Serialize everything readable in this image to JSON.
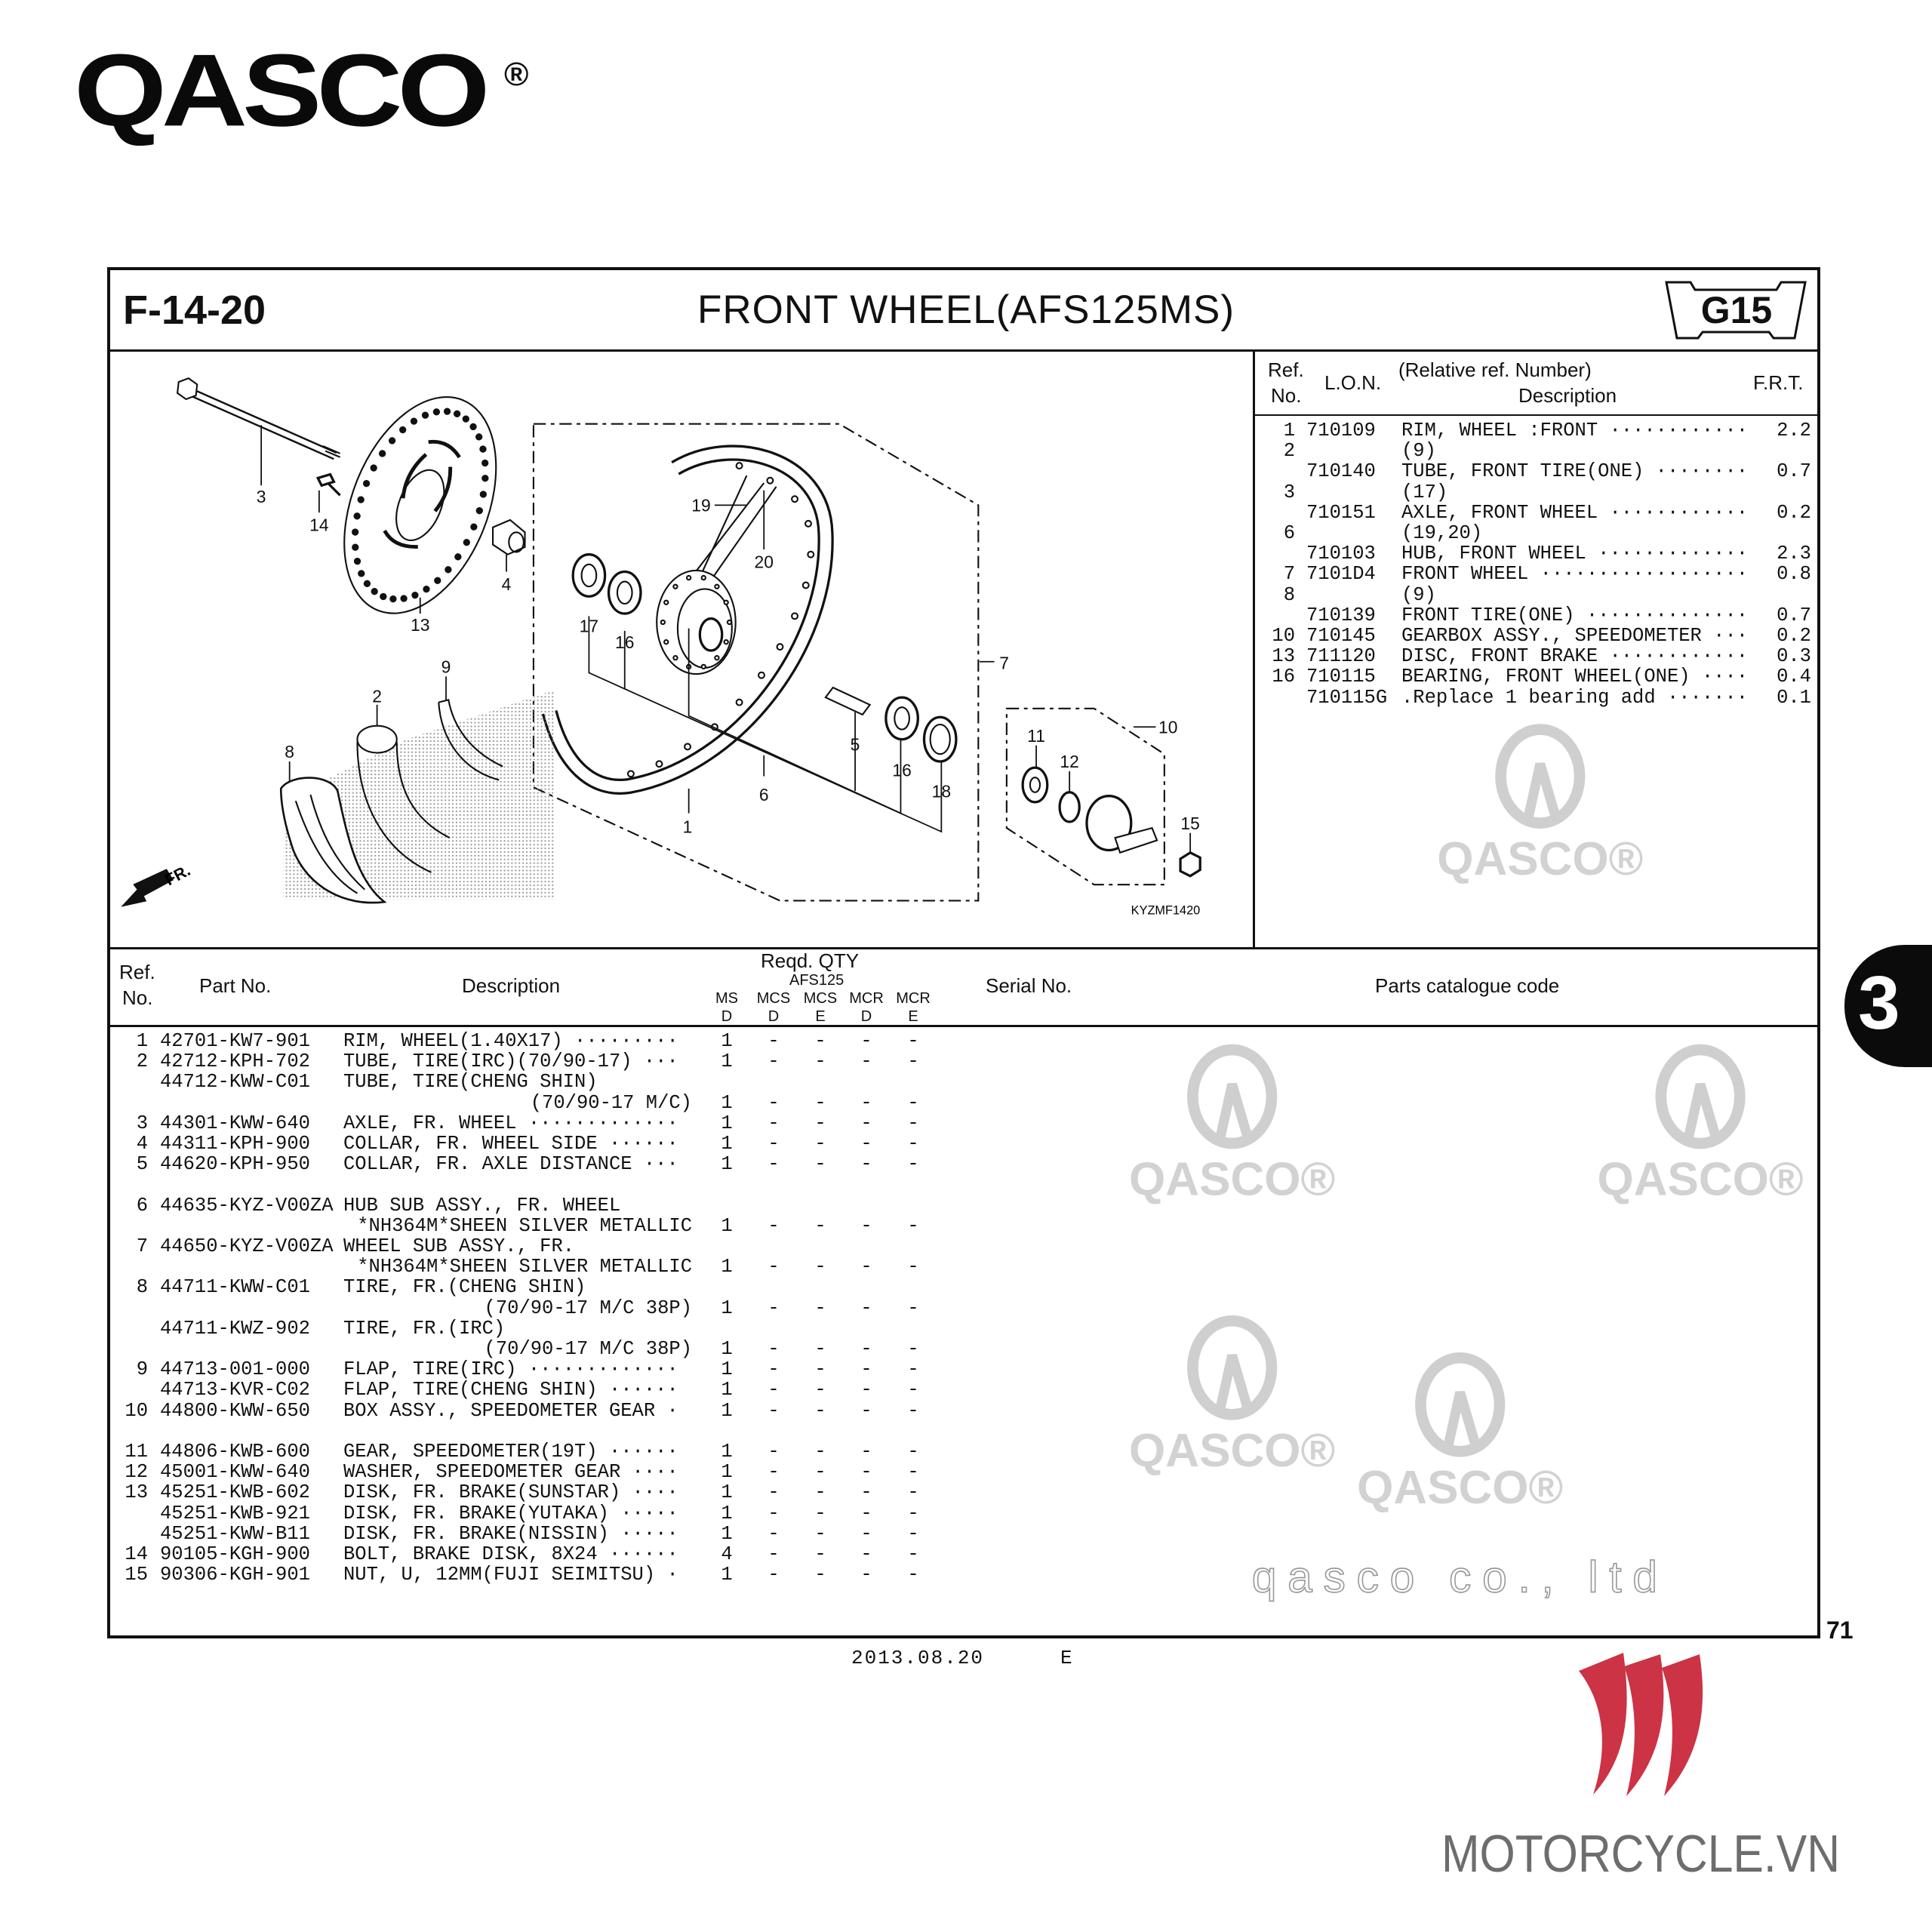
{
  "logo": {
    "text": "QASCO",
    "registered": "®"
  },
  "header": {
    "code": "F-14-20",
    "title": "FRONT  WHEEL(AFS125MS)",
    "group": "G15"
  },
  "diagram": {
    "callouts": [
      "3",
      "14",
      "13",
      "4",
      "17",
      "16",
      "19",
      "20",
      "7",
      "9",
      "2",
      "8",
      "5",
      "16",
      "18",
      "6",
      "1",
      "10",
      "11",
      "12",
      "15"
    ],
    "drawing_code": "KYZMF1420",
    "direction": "FR."
  },
  "frt_table": {
    "headers": {
      "ref1": "Ref.",
      "ref2": "No.",
      "lon": "L.O.N.",
      "relative": "(Relative ref. Number)",
      "description": "Description",
      "frt": "F.R.T."
    },
    "rows": [
      {
        "ref": "1",
        "lon": "710109",
        "desc": "RIM, WHEEL :FRONT ·············",
        "frt": "2.2"
      },
      {
        "ref": "2",
        "lon": "",
        "desc": "(9)",
        "frt": ""
      },
      {
        "ref": "",
        "lon": "710140",
        "desc": "TUBE, FRONT TIRE(ONE) ·········",
        "frt": "0.7"
      },
      {
        "ref": "3",
        "lon": "",
        "desc": "(17)",
        "frt": ""
      },
      {
        "ref": "",
        "lon": "710151",
        "desc": "AXLE, FRONT WHEEL ·············",
        "frt": "0.2"
      },
      {
        "ref": "6",
        "lon": "",
        "desc": "(19,20)",
        "frt": ""
      },
      {
        "ref": "",
        "lon": "710103",
        "desc": "HUB, FRONT WHEEL ··············",
        "frt": "2.3"
      },
      {
        "ref": "7",
        "lon": "7101D4",
        "desc": "FRONT WHEEL ···················",
        "frt": "0.8"
      },
      {
        "ref": "8",
        "lon": "",
        "desc": "(9)",
        "frt": ""
      },
      {
        "ref": "",
        "lon": "710139",
        "desc": "FRONT TIRE(ONE) ···············",
        "frt": "0.7"
      },
      {
        "ref": "10",
        "lon": "710145",
        "desc": "GEARBOX ASSY., SPEEDOMETER ···",
        "frt": "0.2"
      },
      {
        "ref": "13",
        "lon": "711120",
        "desc": "DISC, FRONT BRAKE ·············",
        "frt": "0.3"
      },
      {
        "ref": "16",
        "lon": "710115",
        "desc": "BEARING, FRONT WHEEL(ONE) ····",
        "frt": "0.4"
      },
      {
        "ref": "",
        "lon": "710115G",
        "desc": ".Replace 1 bearing add ·······",
        "frt": "0.1"
      }
    ]
  },
  "parts_table": {
    "headers": {
      "ref1": "Ref.",
      "ref2": "No.",
      "part_no": "Part  No.",
      "description": "Description",
      "reqd_qty": "Reqd. QTY",
      "model": "AFS125",
      "variants": [
        [
          "MS",
          "D"
        ],
        [
          "MCS",
          "D"
        ],
        [
          "MCS",
          "E"
        ],
        [
          "MCR",
          "D"
        ],
        [
          "MCR",
          "E"
        ]
      ],
      "serial": "Serial  No.",
      "catalogue": "Parts  catalogue  code"
    },
    "rows": [
      {
        "ref": "1",
        "part_no": "42701-KW7-901",
        "desc": "RIM, WHEEL(1.40X17) ·········",
        "qty": [
          "1",
          "-",
          "-",
          "-",
          "-"
        ]
      },
      {
        "ref": "2",
        "part_no": "42712-KPH-702",
        "desc": "TUBE, TIRE(IRC)(70/90-17) ···",
        "qty": [
          "1",
          "-",
          "-",
          "-",
          "-"
        ]
      },
      {
        "ref": "",
        "part_no": "44712-KWW-C01",
        "desc": "TUBE, TIRE(CHENG SHIN)",
        "cont": "(70/90-17 M/C)",
        "qty": [
          "1",
          "-",
          "-",
          "-",
          "-"
        ]
      },
      {
        "ref": "3",
        "part_no": "44301-KWW-640",
        "desc": "AXLE, FR. WHEEL ·············",
        "qty": [
          "1",
          "-",
          "-",
          "-",
          "-"
        ]
      },
      {
        "ref": "4",
        "part_no": "44311-KPH-900",
        "desc": "COLLAR, FR. WHEEL SIDE ······",
        "qty": [
          "1",
          "-",
          "-",
          "-",
          "-"
        ]
      },
      {
        "ref": "5",
        "part_no": "44620-KPH-950",
        "desc": "COLLAR, FR. AXLE DISTANCE ···",
        "qty": [
          "1",
          "-",
          "-",
          "-",
          "-"
        ]
      },
      {
        "ref": "6",
        "part_no": "44635-KYZ-V00ZA",
        "desc": "HUB SUB ASSY., FR. WHEEL",
        "cont": "*NH364M*SHEEN SILVER METALLIC",
        "qty": [
          "1",
          "-",
          "-",
          "-",
          "-"
        ],
        "gap_before": true
      },
      {
        "ref": "7",
        "part_no": "44650-KYZ-V00ZA",
        "desc": "WHEEL SUB ASSY., FR.",
        "cont": "*NH364M*SHEEN SILVER METALLIC",
        "qty": [
          "1",
          "-",
          "-",
          "-",
          "-"
        ]
      },
      {
        "ref": "8",
        "part_no": "44711-KWW-C01",
        "desc": "TIRE, FR.(CHENG SHIN)",
        "cont": "(70/90-17 M/C 38P)",
        "qty": [
          "1",
          "-",
          "-",
          "-",
          "-"
        ]
      },
      {
        "ref": "",
        "part_no": "44711-KWZ-902",
        "desc": "TIRE, FR.(IRC)",
        "cont": "(70/90-17 M/C 38P)",
        "qty": [
          "1",
          "-",
          "-",
          "-",
          "-"
        ]
      },
      {
        "ref": "9",
        "part_no": "44713-001-000",
        "desc": "FLAP, TIRE(IRC) ·············",
        "qty": [
          "1",
          "-",
          "-",
          "-",
          "-"
        ]
      },
      {
        "ref": "",
        "part_no": "44713-KVR-C02",
        "desc": "FLAP, TIRE(CHENG SHIN) ······",
        "qty": [
          "1",
          "-",
          "-",
          "-",
          "-"
        ]
      },
      {
        "ref": "10",
        "part_no": "44800-KWW-650",
        "desc": "BOX ASSY., SPEEDOMETER GEAR ·",
        "qty": [
          "1",
          "-",
          "-",
          "-",
          "-"
        ]
      },
      {
        "ref": "11",
        "part_no": "44806-KWB-600",
        "desc": "GEAR, SPEEDOMETER(19T) ······",
        "qty": [
          "1",
          "-",
          "-",
          "-",
          "-"
        ],
        "gap_before": true
      },
      {
        "ref": "12",
        "part_no": "45001-KWW-640",
        "desc": "WASHER, SPEEDOMETER GEAR ····",
        "qty": [
          "1",
          "-",
          "-",
          "-",
          "-"
        ]
      },
      {
        "ref": "13",
        "part_no": "45251-KWB-602",
        "desc": "DISK, FR. BRAKE(SUNSTAR) ····",
        "qty": [
          "1",
          "-",
          "-",
          "-",
          "-"
        ]
      },
      {
        "ref": "",
        "part_no": "45251-KWB-921",
        "desc": "DISK, FR. BRAKE(YUTAKA) ·····",
        "qty": [
          "1",
          "-",
          "-",
          "-",
          "-"
        ]
      },
      {
        "ref": "",
        "part_no": "45251-KWW-B11",
        "desc": "DISK, FR. BRAKE(NISSIN) ·····",
        "qty": [
          "1",
          "-",
          "-",
          "-",
          "-"
        ]
      },
      {
        "ref": "14",
        "part_no": "90105-KGH-900",
        "desc": "BOLT, BRAKE DISK, 8X24 ······",
        "qty": [
          "4",
          "-",
          "-",
          "-",
          "-"
        ]
      },
      {
        "ref": "15",
        "part_no": "90306-KGH-901",
        "desc": "NUT, U, 12MM(FUJI SEIMITSU) ·",
        "qty": [
          "1",
          "-",
          "-",
          "-",
          "-"
        ]
      }
    ]
  },
  "section_tab": "3",
  "footer": {
    "date": "2013.08.20",
    "edition": "E",
    "page": "71"
  },
  "watermark": {
    "text": "qasco co., ltd",
    "logo": "QASCO®"
  },
  "brand": {
    "text": "MOTORCYCLE.VN"
  },
  "colors": {
    "brand_red": "#cc3344",
    "brand_gray": "#6d6d6e",
    "watermark": "#c8c8c8",
    "ink": "#111111"
  }
}
